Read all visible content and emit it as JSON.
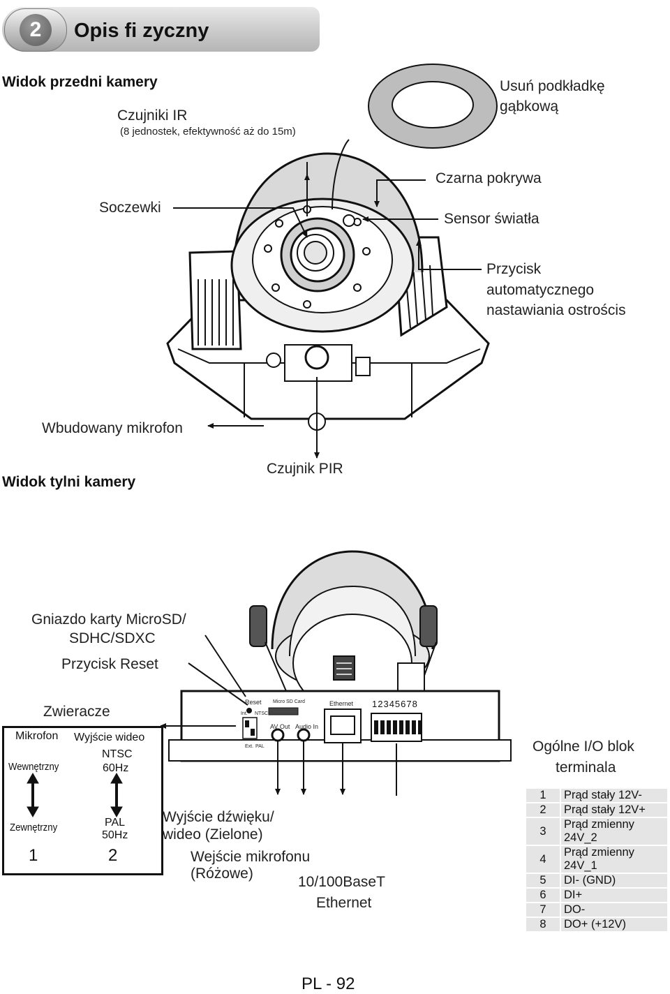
{
  "header": {
    "number": "2",
    "title": "Opis fi zyczny"
  },
  "front_view": {
    "heading": "Widok przedni kamery",
    "ir_sensors": "Czujniki IR",
    "ir_sensors_note": "(8 jednostek, efektywność aż do 15m)",
    "remove_pad_line1": "Usuń podkładkę",
    "remove_pad_line2": "gąbkową",
    "lens": "Soczewki",
    "black_cover": "Czarna pokrywa",
    "light_sensor": "Sensor światła",
    "autofocus_line1": "Przycisk",
    "autofocus_line2": "automatycznego",
    "autofocus_line3": "nastawiania ostrościs",
    "microphone": "Wbudowany mikrofon",
    "pir": "Czujnik PIR"
  },
  "rear_view": {
    "heading": "Widok tylni kamery",
    "sd_slot_line1": "Gniazdo karty MicroSD/",
    "sd_slot_line2": "SDHC/SDXC",
    "reset": "Przycisk Reset",
    "jumpers": "Zwieracze",
    "jumper_col1": {
      "title": "Mikrofon",
      "top": "Wewnętrzny",
      "bottom": "Zewnętrzny",
      "num": "1"
    },
    "jumper_col2": {
      "title": "Wyjście wideo",
      "top_line1": "NTSC",
      "top_line2": "60Hz",
      "bottom_line1": "PAL",
      "bottom_line2": "50Hz",
      "num": "2"
    },
    "panel": {
      "reset": "Reset",
      "micro_sd": "Micro SD Card",
      "ethernet": "Ethernet",
      "pins": "12345678",
      "int": "Int.",
      "ntsc": "NTSC",
      "ext": "Ext.",
      "pal": "PAL",
      "av_out": "AV Out",
      "audio_in": "Audio In"
    },
    "av_out_line1": "Wyjście dźwięku/",
    "av_out_line2": "wideo (Zielone)",
    "mic_in_line1": "Wejście mikrofonu",
    "mic_in_line2": "(Różowe)",
    "eth_line1": "10/100BaseT",
    "eth_line2": "Ethernet",
    "io_title_line1": "Ogólne I/O blok",
    "io_title_line2": "terminala",
    "io_rows": [
      {
        "n": "1",
        "d": "Prąd stały 12V-"
      },
      {
        "n": "2",
        "d": "Prąd stały 12V+"
      },
      {
        "n": "3",
        "d": "Prąd zmienny 24V_2"
      },
      {
        "n": "4",
        "d": "Prąd zmienny 24V_1"
      },
      {
        "n": "5",
        "d": "DI- (GND)"
      },
      {
        "n": "6",
        "d": "DI+"
      },
      {
        "n": "7",
        "d": "DO-"
      },
      {
        "n": "8",
        "d": "DO+ (+12V)"
      }
    ]
  },
  "footer": {
    "page": "PL - 92"
  }
}
